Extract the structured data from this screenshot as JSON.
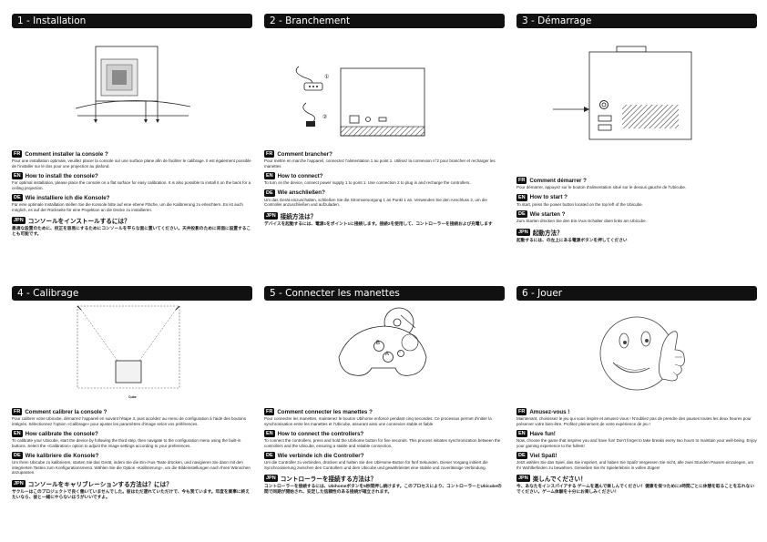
{
  "panels": [
    {
      "title": "1 - Installation",
      "blocks": [
        {
          "lang": "FR",
          "q": "Comment installer la console ?",
          "a": "Pour une installation optimale, veuillez placer la console sur une surface plane afin de faciliter le calibrage. Il est également possible de l'installer sur le dos pour une projection au plafond."
        },
        {
          "lang": "EN",
          "q": "How to install the console?",
          "a": "For optimal installation, please place the console on a flat surface for easy calibration. It is also possible to install it on the back for a ceiling projection."
        },
        {
          "lang": "DE",
          "q": "Wie installiere ich die Konsole?",
          "a": "Für eine optimale Installation stellen Sie die Konsole bitte auf eine ebene Fläche, um die Kalibrierung zu erleichtern. Es ist auch möglich, es auf der Rückseite für eine Projektion an die Decke zu installieren."
        },
        {
          "lang": "JPN",
          "q": "コンソールをインストールするには？",
          "a": "最適な設置のために、校正を容易にするためにコンソールを平らな面に置いてください。天井投影のために背面に設置することも可能です。"
        }
      ]
    },
    {
      "title": "2 - Branchement",
      "labels": {
        "one": "①",
        "two": "②"
      },
      "blocks": [
        {
          "lang": "FR",
          "q": "Comment brancher?",
          "a": "Pour mettre en marche l'appareil, connectez l'alimentation 1 au point 1. Utilisez la connexion n°2 pour brancher et recharger les manettes"
        },
        {
          "lang": "EN",
          "q": "How to connect?",
          "a": "To turn on the device, connect power supply 1 to point 1. Use connection 2 to plug in and recharge the controllers."
        },
        {
          "lang": "DE",
          "q": "Wie anschließen?",
          "a": "Um das Gerät einzuschalten, schließen Sie die Stromversorgung 1 an Punkt 1 an. Verwenden Sie den Anschluss 2, um die Controller anzuschließen und aufzuladen."
        },
        {
          "lang": "JPN",
          "q": "接続方法は？",
          "a": "デバイスを起動するには、電源1をポイント1に接続します。接続2を使用して、コントローラーを接続および充電します"
        }
      ]
    },
    {
      "title": "3 - Démarrage",
      "blocks": [
        {
          "lang": "FR",
          "q": "Comment démarrer ?",
          "a": "Pour démarrer, appuyez sur le bouton d'alimentation situé sur le dessus gauche de l'Ubicube."
        },
        {
          "lang": "EN",
          "q": "How to start ?",
          "a": "To start, press the power button located on the top left of the Ubicube."
        },
        {
          "lang": "DE",
          "q": "Wie starten ?",
          "a": "Zum Starten drücken Sie den Ein-/Aus-Schalter oben links am Ubicube."
        },
        {
          "lang": "JPN",
          "q": "起動方法？",
          "a": "起動するには、の左上にある電源ボタンを押してください"
        }
      ]
    },
    {
      "title": "4 - Calibrage",
      "brand": "Cube",
      "blocks": [
        {
          "lang": "FR",
          "q": "Comment calibrer la console ?",
          "a": "Pour calibrer votre Ubicube, démarrez l'appareil en suivant l'étape 3, puis accédez au menu de configuration à l'aide des boutons intégrés. Sélectionnez l'option «Calibrage» pour ajuster les paramètres d'image selon vos préférences."
        },
        {
          "lang": "EN",
          "q": "How calibrate the console?",
          "a": "To calibrate your Ubicube, start the device by following the third step, then navigate to the configuration menu using the built-in buttons. Select the «Calibration» option to adjust the image settings according to your preferences."
        },
        {
          "lang": "DE",
          "q": "Wie kalibriere die Konsole?",
          "a": "Um Ihren Ubicube zu kalibrieren, starten Sie das Gerät, indem Sie die Ein-/Aus-Taste drücken, und navigieren Sie dann mit den integrierten Tasten zum Konfigurationsmenü. Wählen Sie die Option «Kalibrierung», um die Bildeinstellungen nach Ihren Wünschen anzupassen."
        },
        {
          "lang": "JPN",
          "q": "コンソールをキャリブレーションする方法は？には？",
          "a": "サクルーはこのプロジェクトで良く働いていませんでした。彼はただ遅れていただけで、今も我ています。年度を業事に終えたいなら、彼と一緒にやらないほうがいいですよ。"
        }
      ]
    },
    {
      "title": "5 - Connecter les manettes",
      "buttons": {
        "b": "B",
        "a": "A",
        "h": "⌂"
      },
      "blocks": [
        {
          "lang": "FR",
          "q": "Comment connecter les manettes ?",
          "a": "Pour connecter les manettes, maintenez le bouton Ubihome enfoncé pendant cinq secondes. Ce processus permet d'initier la synchronisation entre les manettes et l'Ubicube, assurant ainsi une connexion stable et fiable"
        },
        {
          "lang": "EN",
          "q": "How to connect the controllers?",
          "a": "To connect the controllers, press and hold the Ubihome button for five seconds. This process initiates synchronization between the controllers and the Ubicube, ensuring a stable and reliable connection."
        },
        {
          "lang": "DE",
          "q": "Wie verbinde ich die Controller?",
          "a": "Um die Controller zu verbinden, drücken und halten Sie den UbiHome-Button für fünf Sekunden. Dieser Vorgang initiiert die Synchronisierung zwischen den Controllern und dem Ubicube und gewährleistet eine stabile und zuverlässige Verbindung."
        },
        {
          "lang": "JPN",
          "q": "コントローラーを接続する方法は？",
          "a": "コントローラーを接続するには、Ubihomeボタンを5秒間押し続けます。このプロセスにより、コントローラーとUbicubeの間で同期が開始され、安定した信頼性のある接続が確立されます。"
        }
      ]
    },
    {
      "title": "6 - Jouer",
      "blocks": [
        {
          "lang": "FR",
          "q": "Amusez-vous !",
          "a": "Maintenant, choisissez le jeu qui vous inspire et amusez-vous ! N'oubliez pas de prendre des pauses toutes les deux heures pour préserver votre bien-être. Profitez pleinement de votre expérience de jeu !"
        },
        {
          "lang": "EN",
          "q": "Have fun!",
          "a": "Now, choose the game that inspires you and have fun! Don't forget to take breaks every two hours to maintain your well-being. Enjoy your gaming experience to the fullest!"
        },
        {
          "lang": "DE",
          "q": "Viel Spaß!",
          "a": "Jetzt wählen Sie das Spiel, das Sie inspiriert, und haben Sie Spaß! Vergessen Sie nicht, alle zwei Stunden Pausen einzulegen, um Ihr Wohlbefinden zu bewahren. Genießen Sie Ihr Spielerlebnis in vollen Zügen!"
        },
        {
          "lang": "JPN",
          "q": "楽しんでください！",
          "a": "今、あなたをインスパイアする ゲームを選んで楽しんでください！健康を保つために2時間ごとに休憩を取ることを忘れないでください。ゲーム体験を十分にお楽しみください！"
        }
      ]
    }
  ]
}
